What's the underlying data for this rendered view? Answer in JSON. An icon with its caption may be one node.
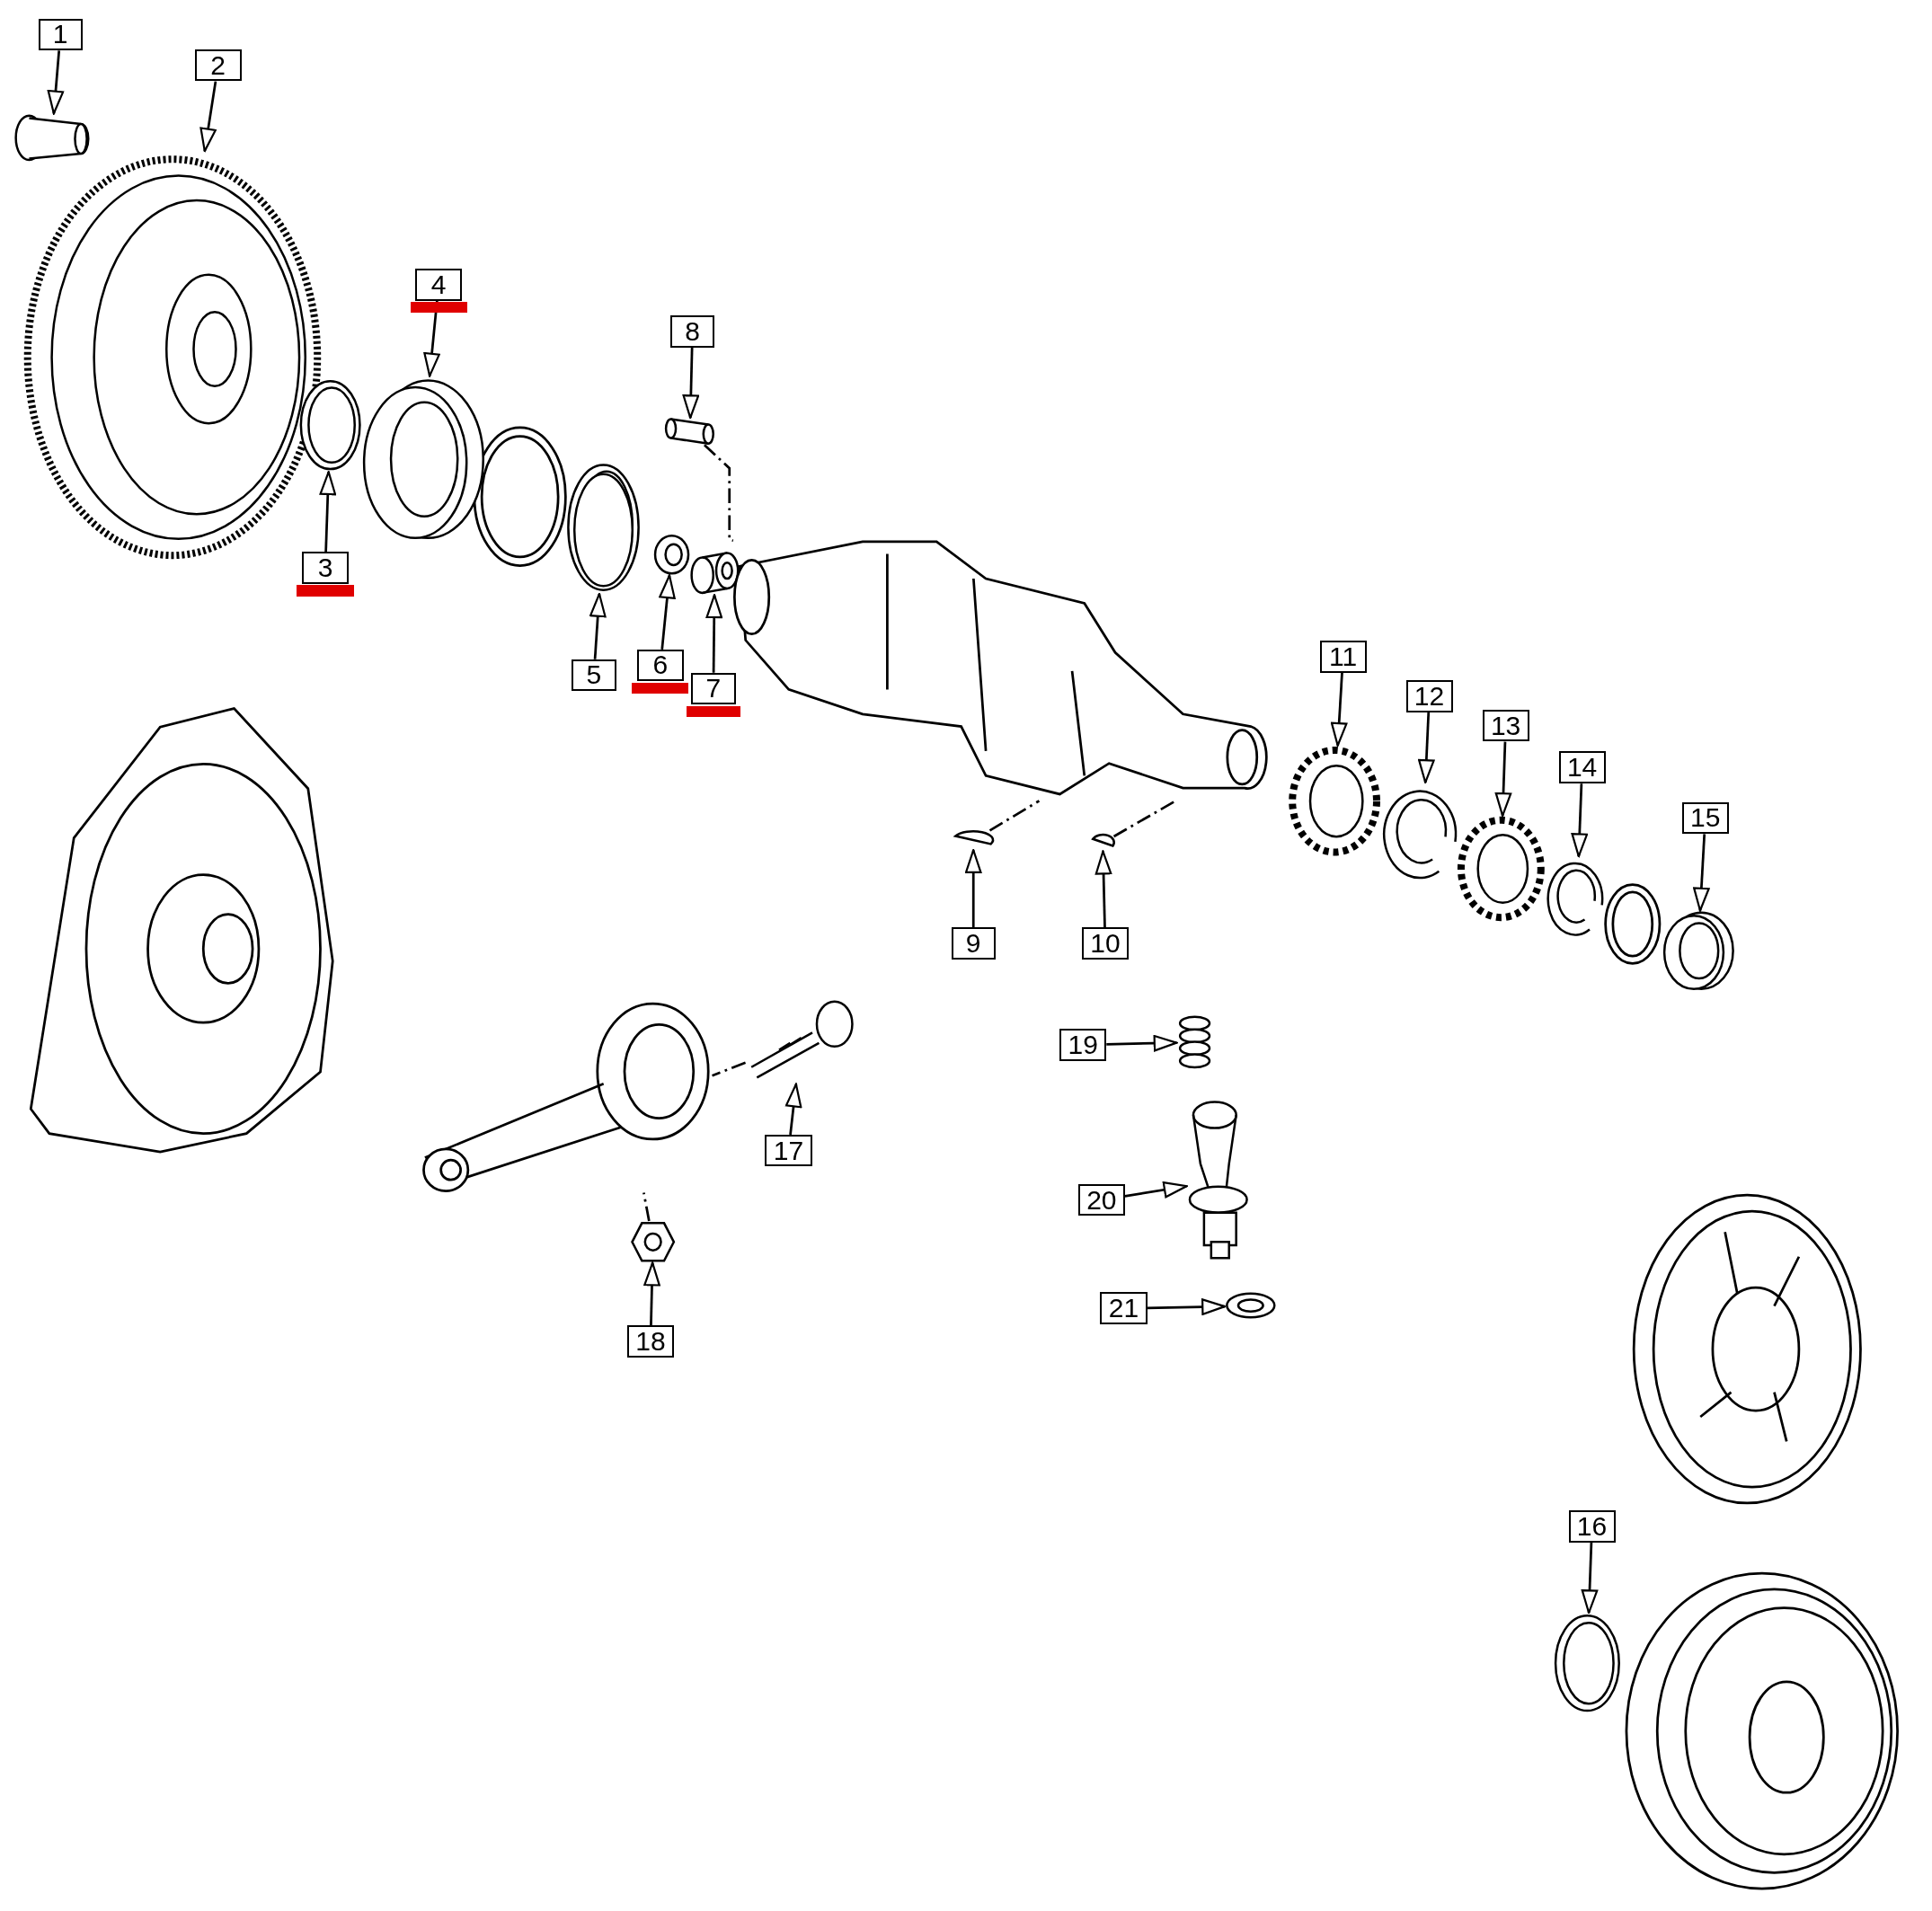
{
  "diagram": {
    "nodes": [
      {
        "text": [
          "1"
        ]
      },
      {
        "text": [
          "2"
        ]
      },
      {
        "text": [
          "3"
        ]
      },
      {
        "text": [
          "4"
        ]
      },
      {
        "text": [
          "5"
        ]
      },
      {
        "text": [
          "6"
        ]
      },
      {
        "text": [
          "7"
        ]
      },
      {
        "text": [
          "8"
        ]
      },
      {
        "text": [
          "9"
        ]
      },
      {
        "text": [
          "10"
        ]
      },
      {
        "text": [
          "11"
        ]
      },
      {
        "text": [
          "12"
        ]
      },
      {
        "text": [
          "13"
        ]
      },
      {
        "text": [
          "14"
        ]
      },
      {
        "text": [
          "15"
        ]
      },
      {
        "text": [
          "16"
        ]
      },
      {
        "text": [
          "17"
        ]
      },
      {
        "text": [
          "18"
        ]
      },
      {
        "text": [
          "19"
        ]
      },
      {
        "text": [
          "20"
        ]
      },
      {
        "text": [
          "21"
        ]
      },
      {
        "text": [],
        "shape": "picture"
      },
      {
        "text": [],
        "shape": "picture"
      },
      {
        "text": [],
        "shape": "picture"
      },
      {
        "text": [],
        "shape": "picture"
      },
      {
        "text": [],
        "shape": "picture"
      },
      {
        "text": [],
        "shape": "picture"
      },
      {
        "text": [],
        "shape": "picture"
      },
      {
        "text": [],
        "shape": "picture"
      },
      {
        "text": [],
        "shape": "picture"
      },
      {
        "text": [],
        "shape": "picture"
      },
      {
        "text": [],
        "shape": "picture"
      },
      {
        "text": [],
        "shape": "picture"
      },
      {
        "text": [],
        "shape": "picture"
      },
      {
        "text": [],
        "shape": "picture"
      },
      {
        "text": [],
        "shape": "picture"
      },
      {
        "text": [],
        "shape": "picture"
      },
      {
        "text": [],
        "shape": "picture"
      },
      {
        "text": [],
        "shape": "picture"
      },
      {
        "text": [],
        "shape": "picture"
      },
      {
        "text": [],
        "shape": "picture"
      },
      {
        "text": [],
        "shape": "picture"
      },
      {
        "text": [],
        "shape": "picture"
      },
      {
        "text": [],
        "shape": "picture"
      }
    ],
    "edges": [
      {
        "from": 0,
        "to": 21,
        "arrow": "to"
      },
      {
        "from": 1,
        "to": 22,
        "arrow": "to"
      },
      {
        "from": 2,
        "to": 23,
        "arrow": "to"
      },
      {
        "from": 3,
        "to": 24,
        "arrow": "to"
      },
      {
        "from": 4,
        "to": 25,
        "arrow": "to"
      },
      {
        "from": 5,
        "to": 26,
        "arrow": "to"
      },
      {
        "from": 6,
        "to": 27,
        "arrow": "to"
      },
      {
        "from": 7,
        "to": 28,
        "arrow": "to"
      },
      {
        "from": 8,
        "to": 29,
        "arrow": "to"
      },
      {
        "from": 9,
        "to": 30,
        "arrow": "to"
      },
      {
        "from": 10,
        "to": 31,
        "arrow": "to"
      },
      {
        "from": 11,
        "to": 32,
        "arrow": "to"
      },
      {
        "from": 12,
        "to": 33,
        "arrow": "to"
      },
      {
        "from": 13,
        "to": 34,
        "arrow": "to"
      },
      {
        "from": 14,
        "to": 35,
        "arrow": "to"
      },
      {
        "from": 15,
        "to": 36,
        "arrow": "to"
      },
      {
        "from": 16,
        "to": 37,
        "arrow": "to"
      },
      {
        "from": 17,
        "to": 38,
        "arrow": "to"
      },
      {
        "from": 18,
        "to": 39,
        "arrow": "to"
      },
      {
        "from": 19,
        "to": 40,
        "arrow": "to"
      },
      {
        "from": 20,
        "to": 41,
        "arrow": "to"
      },
      {
        "from": 28,
        "to": 42,
        "arrow": "none",
        "style": "dashed"
      },
      {
        "from": 29,
        "to": 42,
        "arrow": "none",
        "style": "dashed"
      },
      {
        "from": 30,
        "to": 42,
        "arrow": "none",
        "style": "dashed"
      },
      {
        "from": 37,
        "to": 43,
        "arrow": "none",
        "style": "dashed"
      },
      {
        "from": 38,
        "to": 43,
        "arrow": "none",
        "style": "dashed"
      }
    ]
  }
}
